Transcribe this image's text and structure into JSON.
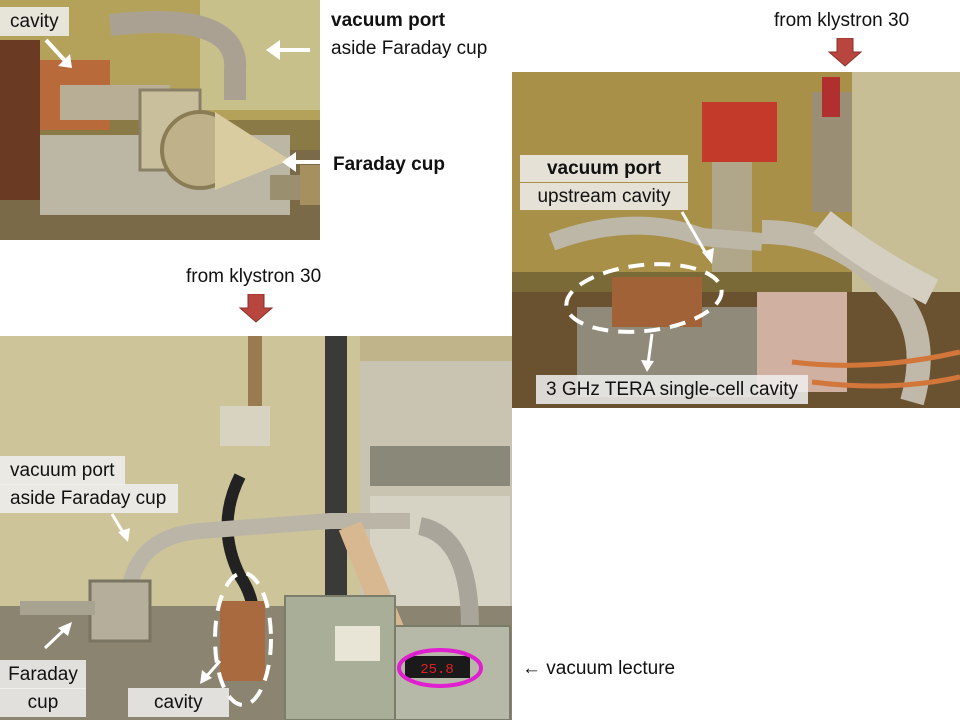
{
  "photo_top_left": {
    "label_cavity": "cavity",
    "label_vacuum_port_line1": "vacuum port",
    "label_vacuum_port_line2": "aside Faraday cup",
    "label_faraday_cup": "Faraday cup"
  },
  "photo_right": {
    "header": "from klystron 30",
    "label_vacuum_port_line1": "vacuum port",
    "label_vacuum_port_line2": "upstream cavity",
    "label_cavity": "3 GHz TERA single-cell cavity"
  },
  "photo_bottom": {
    "header": "from klystron 30",
    "label_vacuum_port_line1": "vacuum port",
    "label_vacuum_port_line2": "aside Faraday cup",
    "label_faraday_line1": "Faraday",
    "label_faraday_line2": "cup",
    "label_cavity": "cavity",
    "display_reading": "25.8",
    "vacuum_lecture": "← vacuum lecture"
  },
  "colors": {
    "arrow_fill": "#b8463f",
    "ellipse_magenta": "#e020d0"
  }
}
